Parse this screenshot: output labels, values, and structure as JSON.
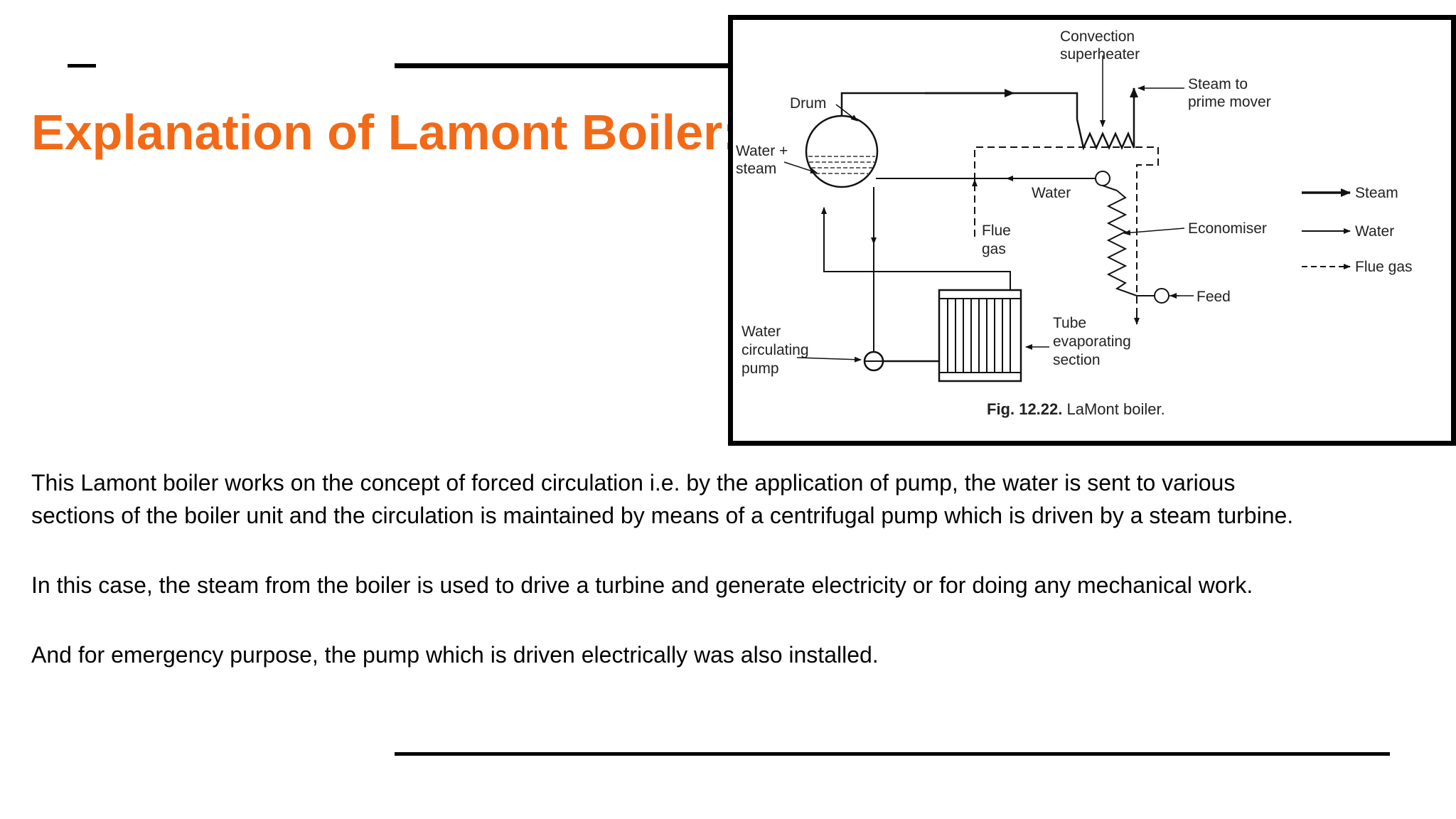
{
  "slide": {
    "title": "Explanation of Lamont Boiler:",
    "paragraphs": [
      "This Lamont boiler works on the concept of forced circulation i.e. by the application of pump, the water is sent to various",
      "sections of the boiler unit and the circulation is maintained by means of a centrifugal pump which is driven by a steam turbine.",
      "In this case, the steam from the boiler is used to drive a turbine and generate electricity or for doing any mechanical work.",
      "And for emergency purpose, the pump which is driven electrically was also installed."
    ]
  },
  "diagram": {
    "labels": {
      "convection_1": "Convection",
      "convection_2": "superheater",
      "steam_to_1": "Steam to",
      "steam_to_2": "prime mover",
      "drum": "Drum",
      "water_steam_1": "Water +",
      "water_steam_2": "steam",
      "water": "Water",
      "flue_1": "Flue",
      "flue_2": "gas",
      "economiser": "Economiser",
      "feed": "Feed",
      "tube_1": "Tube",
      "tube_2": "evaporating",
      "tube_3": "section",
      "pump_1": "Water",
      "pump_2": "circulating",
      "pump_3": "pump"
    },
    "legend": {
      "steam": "Steam",
      "water": "Water",
      "flue_gas": "Flue gas"
    },
    "caption": {
      "bold": "Fig. 12.22.",
      "text": " LaMont boiler."
    }
  }
}
